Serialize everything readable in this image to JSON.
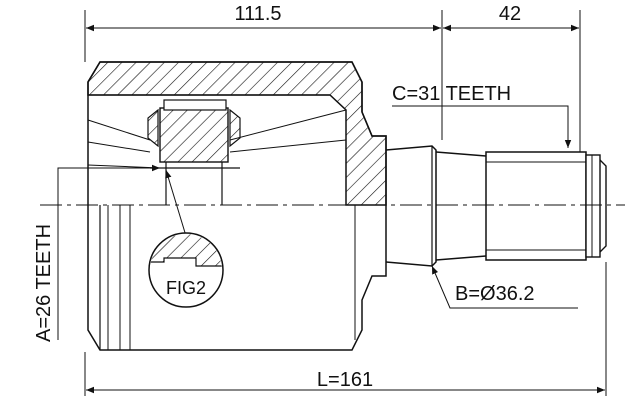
{
  "dimensions": {
    "top_left": "111.5",
    "top_right": "42",
    "overall": "L=161"
  },
  "labels": {
    "outer_teeth": "C=31 TEETH",
    "inner_teeth": "A=26 TEETH",
    "shaft_diameter": "B=Ø36.2",
    "detail": "FIG2"
  },
  "colors": {
    "line": "#111111",
    "background": "#ffffff"
  }
}
